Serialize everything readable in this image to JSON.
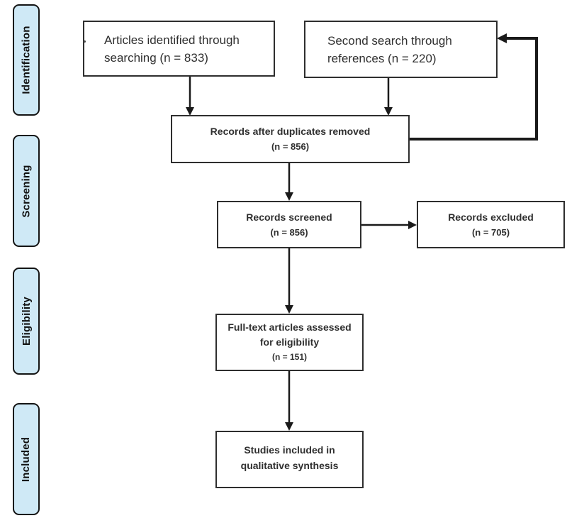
{
  "colors": {
    "stage_fill": "#cfe9f6",
    "stage_border": "#141414",
    "box_border": "#2e2e2e",
    "line_color": "#1a1a1a",
    "text_color": "#2f2f2f",
    "background": "#ffffff"
  },
  "stages": [
    "Identification",
    "Screening",
    "Eligibility",
    "Included"
  ],
  "flow": {
    "identified": {
      "lines": [
        "Articles identified through",
        "searching (n = 833)"
      ]
    },
    "second_search": {
      "lines": [
        "Second search through",
        "references (n = 220)"
      ]
    },
    "dedup": {
      "lines": [
        "Records after duplicates removed",
        "(n = 856)"
      ]
    },
    "screened": {
      "lines": [
        "Records screened",
        "(n = 856)"
      ]
    },
    "excluded": {
      "lines": [
        "Records excluded",
        "(n = 705)"
      ]
    },
    "fulltext": {
      "lines": [
        "Full-text articles assessed",
        "for eligibility",
        "(n = 151)"
      ]
    },
    "qualitative": {
      "lines": [
        "Studies included in",
        "qualitative synthesis"
      ]
    }
  }
}
